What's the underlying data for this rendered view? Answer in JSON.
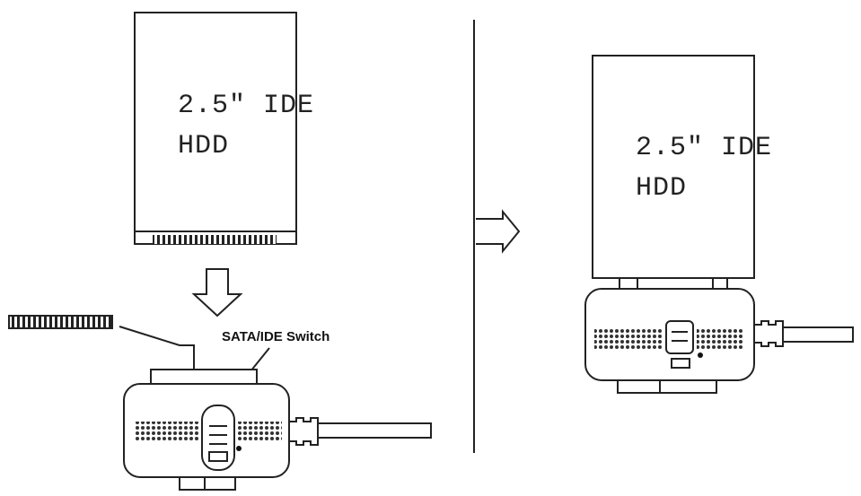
{
  "labels": {
    "hdd_left_line1": "2.5″ IDE",
    "hdd_left_line2": "HDD",
    "hdd_right_line1": "2.5″ IDE",
    "hdd_right_line2": "HDD",
    "switch_callout": "SATA/IDE Switch"
  },
  "colors": {
    "line": "#222222",
    "grille": "#333333",
    "background": "#ffffff"
  },
  "icons": {
    "down_arrow": "down-arrow-icon",
    "right_arrow": "right-arrow-icon"
  }
}
